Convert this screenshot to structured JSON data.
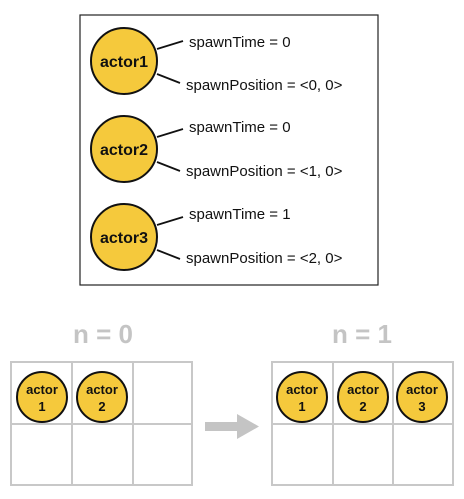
{
  "actors_box": {
    "actors": [
      {
        "name": "actor1",
        "spawn_time": "spawnTime = 0",
        "spawn_position": "spawnPosition = <0, 0>"
      },
      {
        "name": "actor2",
        "spawn_time": "spawnTime = 0",
        "spawn_position": "spawnPosition = <1, 0>"
      },
      {
        "name": "actor3",
        "spawn_time": "spawnTime = 1",
        "spawn_position": "spawnPosition = <2, 0>"
      }
    ]
  },
  "grids": [
    {
      "title": "n = 0",
      "cells": [
        {
          "line1": "actor",
          "line2": "1"
        },
        {
          "line1": "actor",
          "line2": "2"
        }
      ]
    },
    {
      "title": "n = 1",
      "cells": [
        {
          "line1": "actor",
          "line2": "1"
        },
        {
          "line1": "actor",
          "line2": "2"
        },
        {
          "line1": "actor",
          "line2": "3"
        }
      ]
    }
  ],
  "colors": {
    "actor_fill": "#f5c93c",
    "outline": "#111111",
    "grid_line": "#c8c8c8",
    "title_gray": "#c4c4c4",
    "arrow_gray": "#c4c4c4"
  }
}
